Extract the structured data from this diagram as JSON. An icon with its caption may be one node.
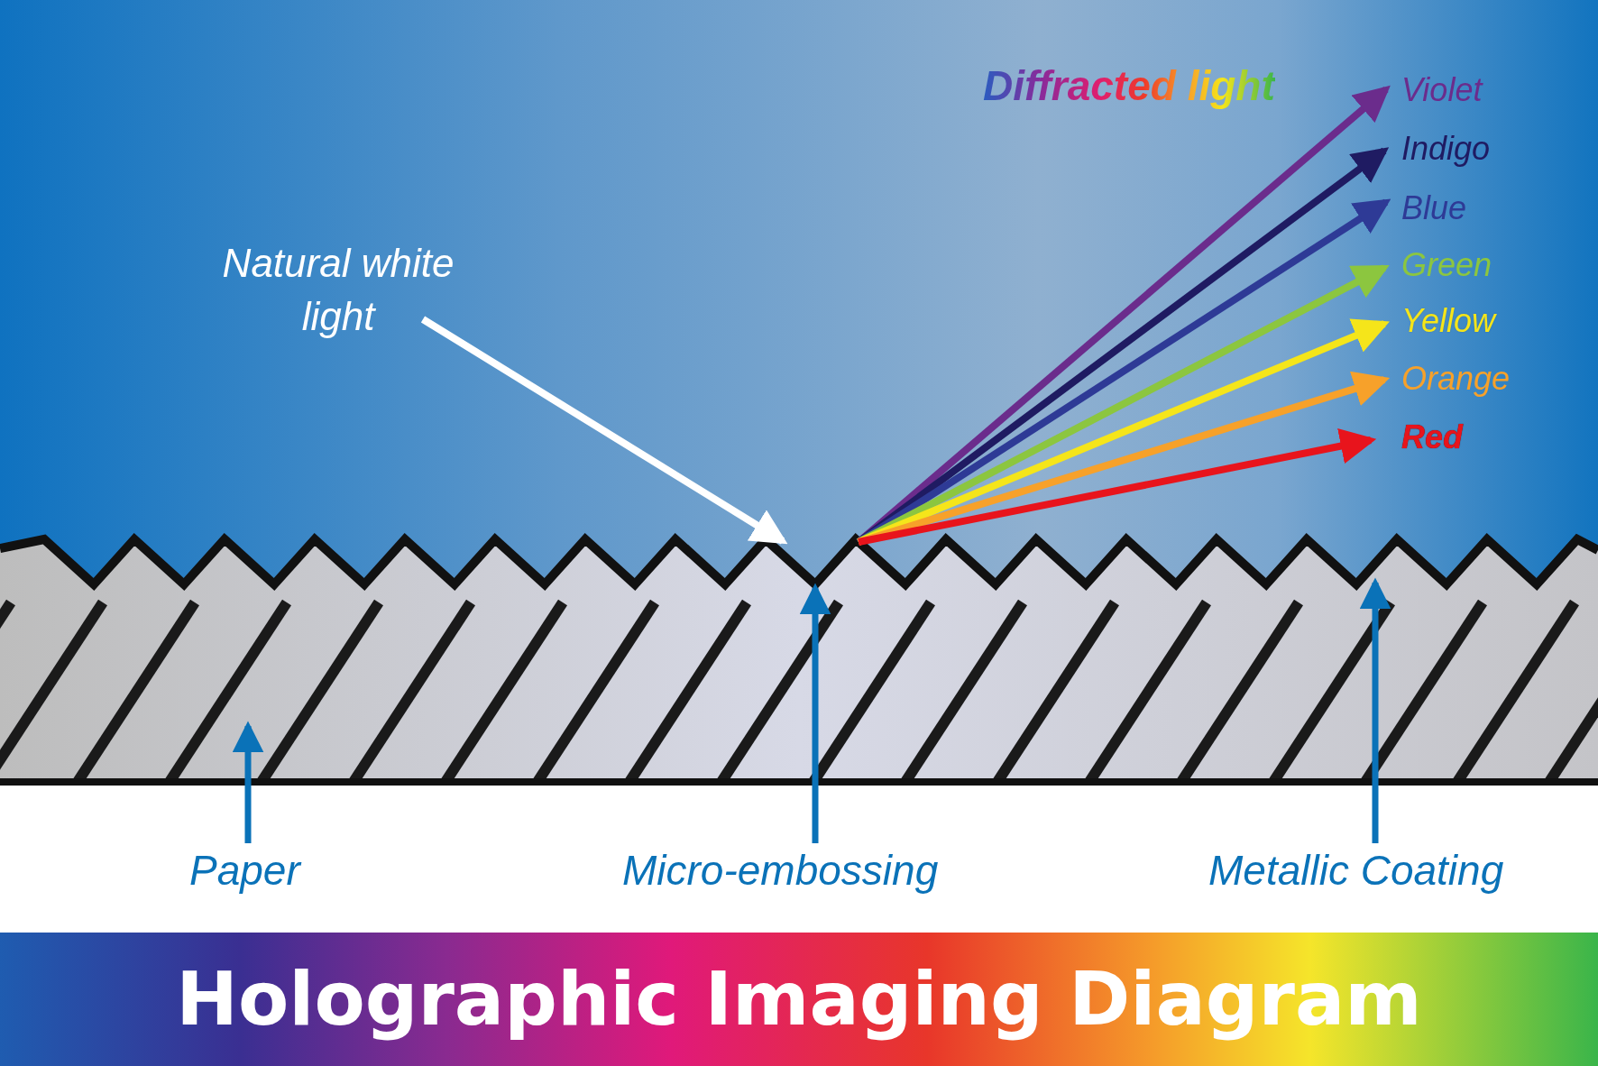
{
  "diagram": {
    "title": "Holographic Imaging Diagram",
    "nodes": [
      {
        "text": [
          "Natural white light"
        ]
      },
      {
        "text": [],
        "shape": "picture"
      },
      {
        "text": [
          "Violet"
        ]
      },
      {
        "text": [
          "Indigo"
        ]
      },
      {
        "text": [
          "Blue"
        ]
      },
      {
        "text": [
          "Green"
        ]
      },
      {
        "text": [
          "Yellow"
        ]
      },
      {
        "text": [
          "Orange"
        ]
      },
      {
        "text": [
          "Red"
        ]
      },
      {
        "text": [
          "Paper"
        ]
      },
      {
        "text": [
          "Micro-embossing"
        ]
      },
      {
        "text": [
          "Metallic Coating"
        ]
      }
    ],
    "edges": [
      {
        "from": 0,
        "to": 1,
        "arrow": "to",
        "color": "#ffffff"
      },
      {
        "from": 1,
        "to": 2,
        "arrow": "to",
        "color": "#6b2c8c"
      },
      {
        "from": 1,
        "to": 3,
        "arrow": "to",
        "color": "#1f1b62"
      },
      {
        "from": 1,
        "to": 4,
        "arrow": "to",
        "color": "#2e3a96"
      },
      {
        "from": 1,
        "to": 5,
        "arrow": "to",
        "color": "#8cc63f"
      },
      {
        "from": 1,
        "to": 6,
        "arrow": "to",
        "color": "#f5e51a"
      },
      {
        "from": 1,
        "to": 7,
        "arrow": "to",
        "color": "#f7a12a"
      },
      {
        "from": 1,
        "to": 8,
        "arrow": "to",
        "color": "#e8141c"
      },
      {
        "from": 9,
        "to": 1,
        "arrow": "to",
        "color": "#0a72b8"
      },
      {
        "from": 10,
        "to": 1,
        "arrow": "to",
        "color": "#0a72b8"
      },
      {
        "from": 11,
        "to": 1,
        "arrow": "to",
        "color": "#0a72b8"
      }
    ],
    "labels": [
      "Diffracted light"
    ]
  }
}
